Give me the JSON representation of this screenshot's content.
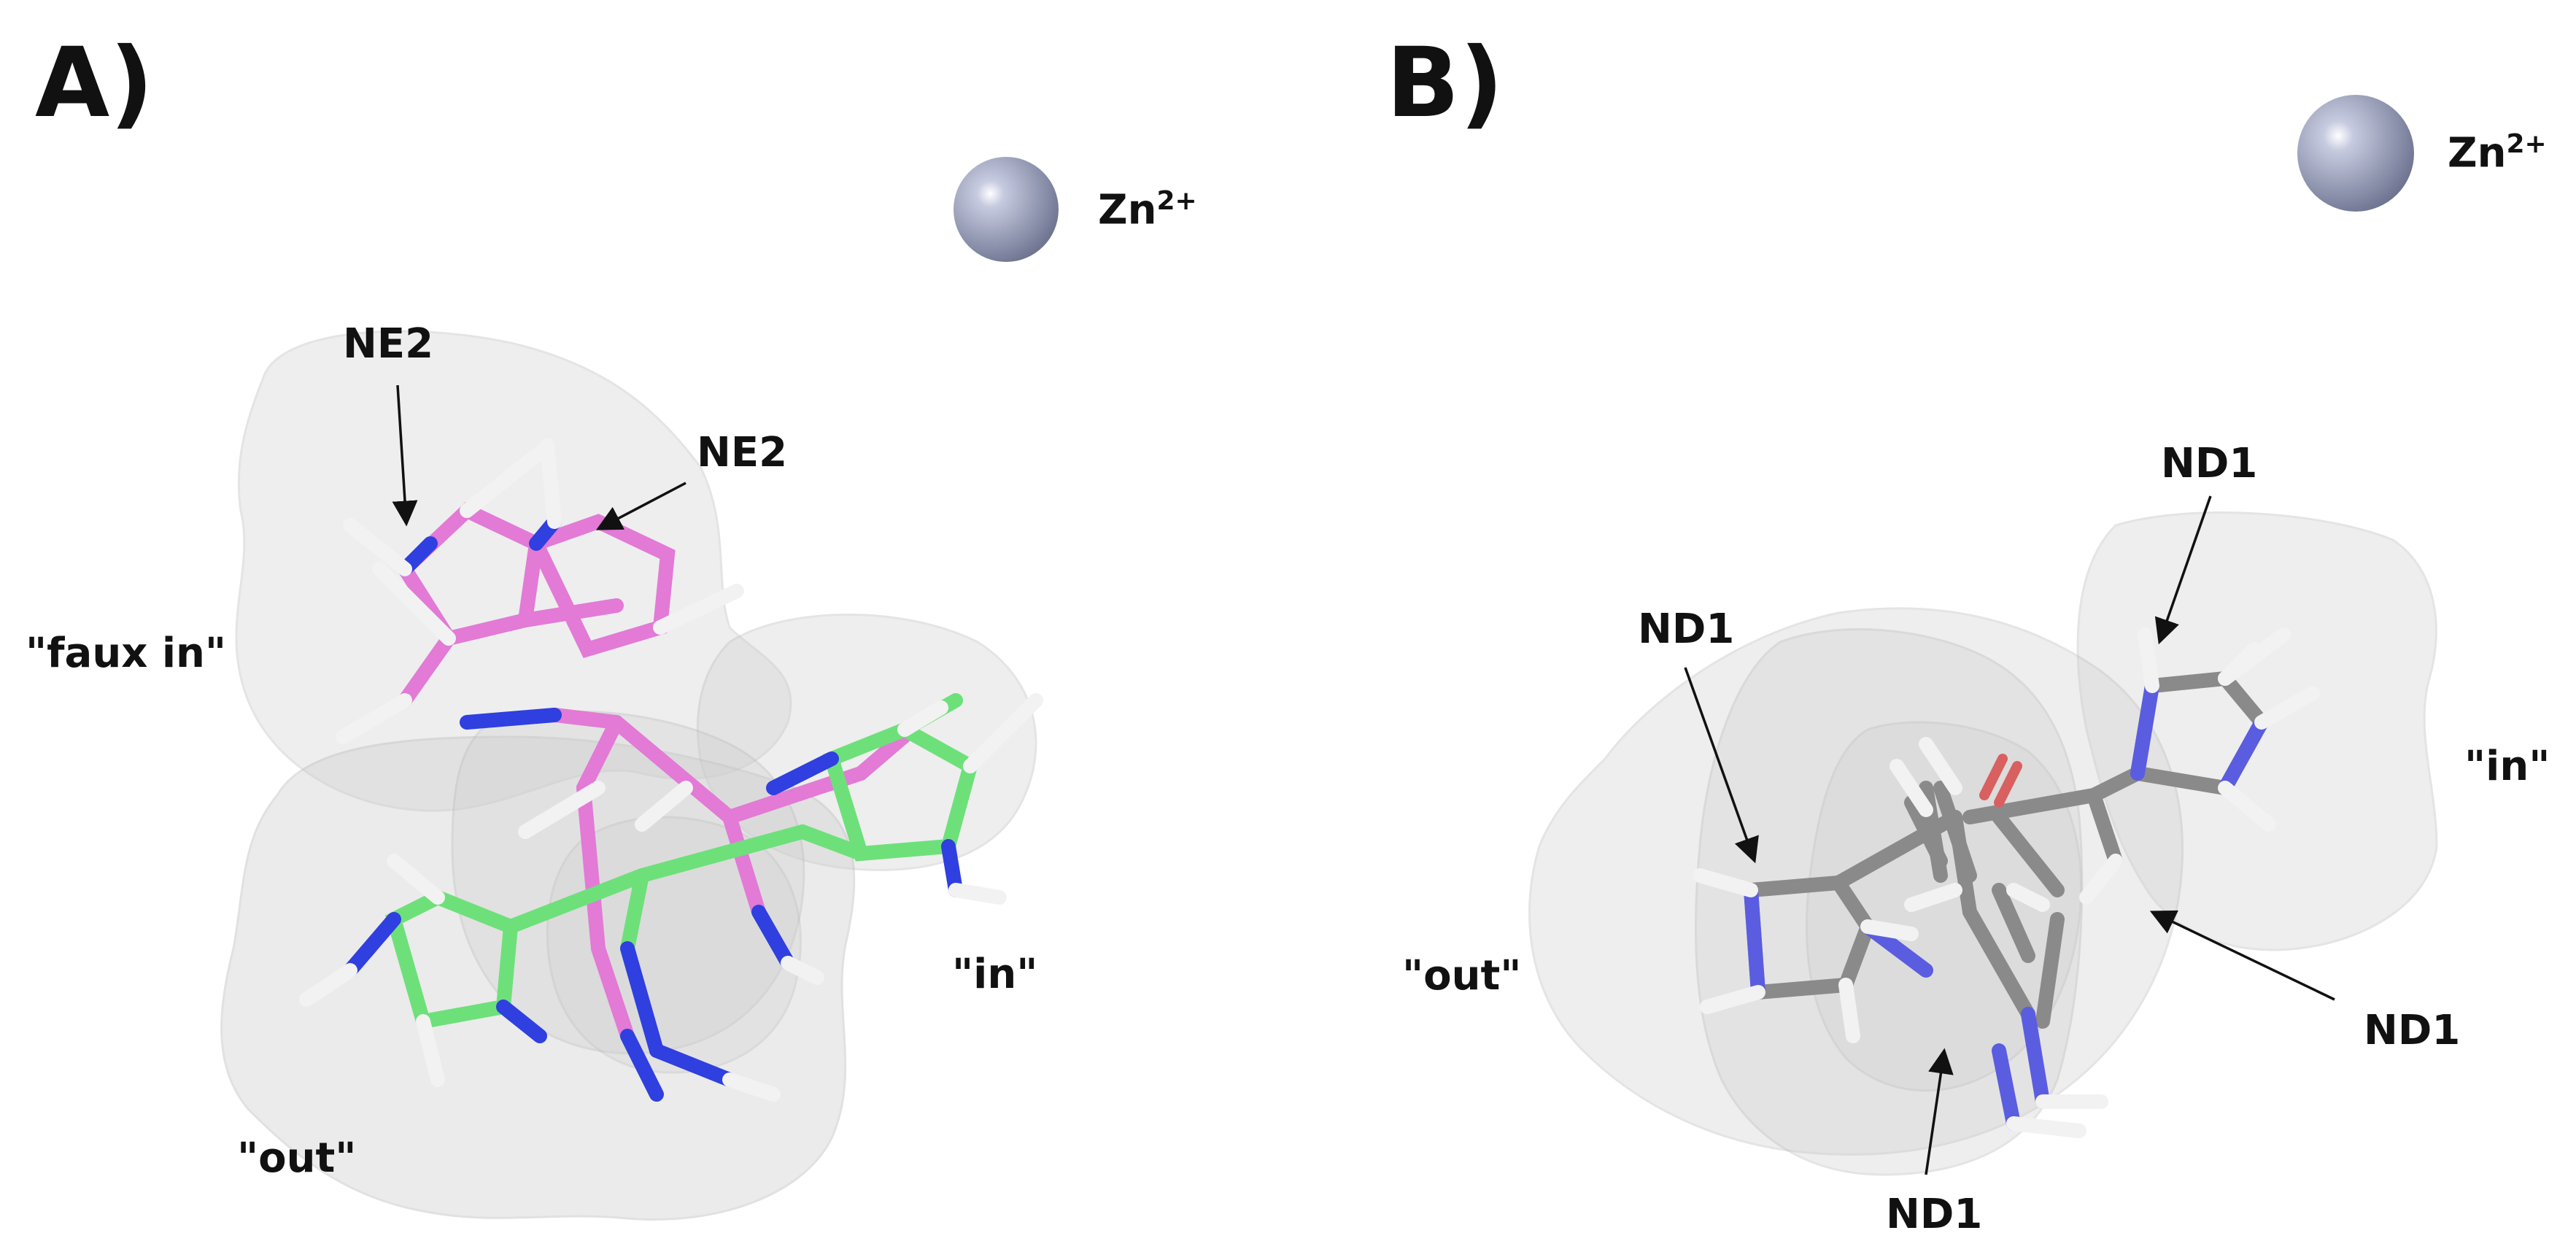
{
  "panels": [
    {
      "letter": "A)",
      "ion_label": "Zn",
      "ion_charge": "2+",
      "labels": {
        "ne2_left": "NE2",
        "ne2_right": "NE2",
        "faux_in": "\"faux in\"",
        "in": "\"in\"",
        "out": "\"out\""
      },
      "ligand_colors": {
        "faux_in": "#e27ad6",
        "other": "#6ee07a"
      }
    },
    {
      "letter": "B)",
      "ion_label": "Zn",
      "ion_charge": "2+",
      "labels": {
        "nd1_top": "ND1",
        "nd1_left": "ND1",
        "nd1_right": "ND1",
        "nd1_bottom": "ND1",
        "in": "\"in\"",
        "out": "\"out\""
      },
      "ligand_colors": {
        "carbon": "#8a8a8a"
      }
    }
  ],
  "colors": {
    "zinc": "#9aa0b8",
    "nitrogen": "#2f3fe0",
    "hydrogen": "#f2f2f2",
    "oxygen": "#e04a4a",
    "surface": "#cfcfcf"
  }
}
